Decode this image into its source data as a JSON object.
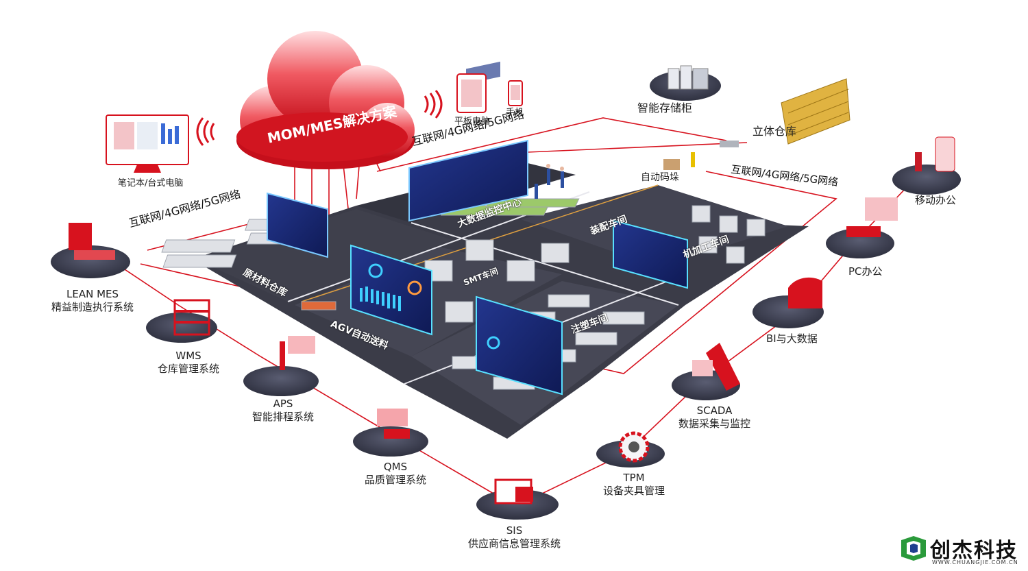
{
  "cloud": {
    "title": "MOM/MES解决方案"
  },
  "devices": {
    "desktop": "笔记本/台式电脑",
    "tablet": "平板电脑",
    "phone": "手机"
  },
  "networks": {
    "left": "互联网/4G网络/5G网络",
    "top": "互联网/4G网络/5G网络",
    "right": "互联网/4G网络/5G网络"
  },
  "facility": {
    "storage_cabinet": "智能存储柜",
    "warehouse": "立体仓库",
    "palletizing": "自动码垛",
    "zones": {
      "bigdata": "大数据监控中心",
      "raw_material": "原材料仓库",
      "smt": "SMT车间",
      "assembly": "装配车间",
      "machining": "机加工车间",
      "molding": "注塑车间",
      "agv": "AGV自动送料"
    }
  },
  "left_systems": [
    {
      "abbr": "LEAN MES",
      "name": "精益制造执行系统"
    },
    {
      "abbr": "WMS",
      "name": "仓库管理系统"
    },
    {
      "abbr": "APS",
      "name": "智能排程系统"
    },
    {
      "abbr": "QMS",
      "name": "品质管理系统"
    },
    {
      "abbr": "SIS",
      "name": "供应商信息管理系统"
    }
  ],
  "right_systems": [
    {
      "abbr": "移动办公",
      "name": ""
    },
    {
      "abbr": "PC办公",
      "name": ""
    },
    {
      "abbr": "BI与大数据",
      "name": ""
    },
    {
      "abbr": "SCADA",
      "name": "数据采集与监控"
    },
    {
      "abbr": "TPM",
      "name": "设备夹具管理"
    }
  ],
  "brand": {
    "name": "创杰科技",
    "url": "WWW.CHUANGJIE.COM.CN"
  },
  "colors": {
    "accent": "#d7121e",
    "floor": "#3e3e4a",
    "screen": "#1d2f8a"
  }
}
